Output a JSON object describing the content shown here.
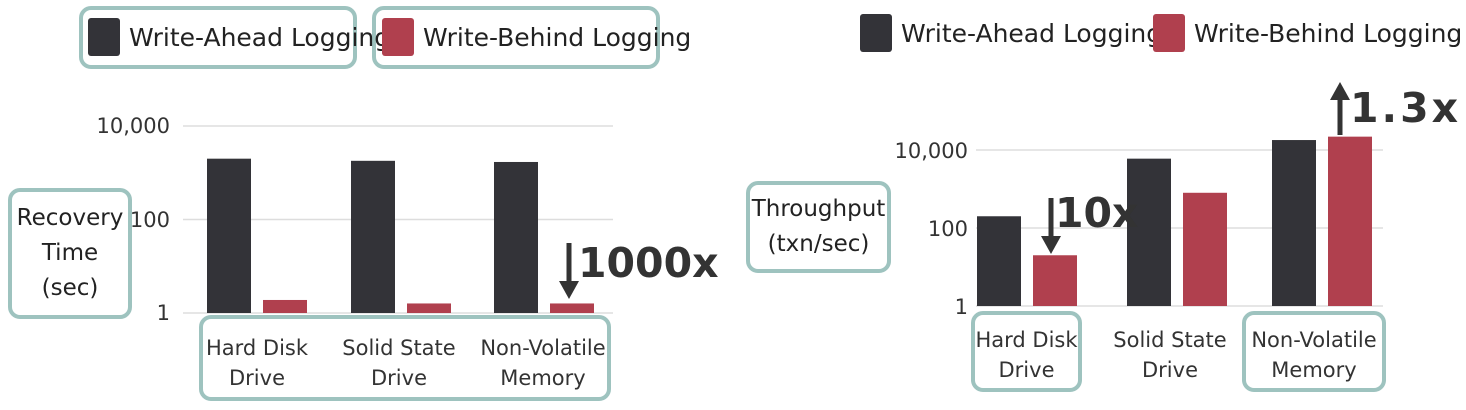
{
  "colors": {
    "write_ahead": "#333338",
    "write_behind": "#b0404e",
    "grid": "#dddddd",
    "box_border": "#9ec3bf",
    "arrow": "#333333"
  },
  "chart_data": [
    {
      "type": "bar",
      "scale": "log",
      "ylabel": [
        "Recovery",
        "Time",
        "(sec)"
      ],
      "yticks": [
        "1",
        "100",
        "10,000"
      ],
      "ylim": [
        1,
        10000
      ],
      "legend": {
        "placement": "top",
        "boxed": true
      },
      "categories": [
        [
          "Hard Disk",
          "Drive"
        ],
        [
          "Solid State",
          "Drive"
        ],
        [
          "Non-Volatile",
          "Memory"
        ]
      ],
      "series": [
        {
          "name": "Write-Ahead Logging",
          "values": [
            2000,
            1800,
            1700
          ]
        },
        {
          "name": "Write-Behind Logging",
          "values": [
            1.9,
            1.6,
            1.6
          ]
        }
      ],
      "annotation": {
        "text": "1000x",
        "direction": "down",
        "category": 2
      }
    },
    {
      "type": "bar",
      "scale": "log",
      "ylabel": [
        "Throughput",
        "(txn/sec)"
      ],
      "yticks": [
        "1",
        "100",
        "10,000"
      ],
      "ylim": [
        1,
        10000
      ],
      "legend": {
        "placement": "top",
        "boxed": false
      },
      "categories": [
        [
          "Hard Disk",
          "Drive"
        ],
        [
          "Solid State",
          "Drive"
        ],
        [
          "Non-Volatile",
          "Memory"
        ]
      ],
      "highlighted_categories": [
        0,
        2
      ],
      "series": [
        {
          "name": "Write-Ahead Logging",
          "values": [
            200,
            6000,
            18000
          ]
        },
        {
          "name": "Write-Behind Logging",
          "values": [
            20,
            800,
            22000
          ]
        }
      ],
      "annotations": [
        {
          "text": "10x",
          "direction": "down",
          "category": 0
        },
        {
          "text": "1.3x",
          "direction": "up",
          "category": 2
        }
      ]
    }
  ]
}
